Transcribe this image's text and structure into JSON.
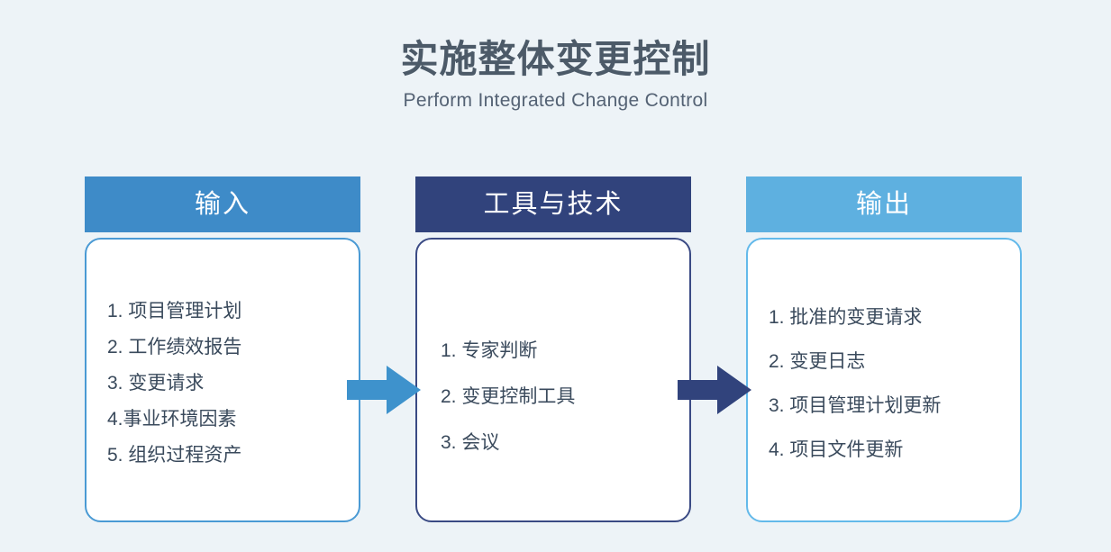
{
  "slide": {
    "background_color": "#edf3f7",
    "title_cn": "实施整体变更控制",
    "title_en": "Perform Integrated Change Control"
  },
  "columns": [
    {
      "id": "inputs",
      "header": "输入",
      "header_color": "#3e8bc8",
      "border_color": "#4a9ad4",
      "items": [
        "1. 项目管理计划",
        "2. 工作绩效报告",
        "3. 变更请求",
        "4.事业环境因素",
        "5. 组织过程资产"
      ]
    },
    {
      "id": "tools-and-techniques",
      "header": "工具与技术",
      "header_color": "#31437c",
      "border_color": "#3a4a84",
      "items": [
        "1. 专家判断",
        "2. 变更控制工具",
        "3. 会议"
      ]
    },
    {
      "id": "outputs",
      "header": "输出",
      "header_color": "#5eb0e0",
      "border_color": "#63b9ea",
      "items": [
        "1. 批准的变更请求",
        "2. 变更日志",
        "3. 项目管理计划更新",
        "4. 项目文件更新"
      ]
    }
  ],
  "arrows": [
    {
      "id": "arrow-inputs-to-tools",
      "color": "#3e92cc"
    },
    {
      "id": "arrow-tools-to-outputs",
      "color": "#31437c"
    }
  ]
}
